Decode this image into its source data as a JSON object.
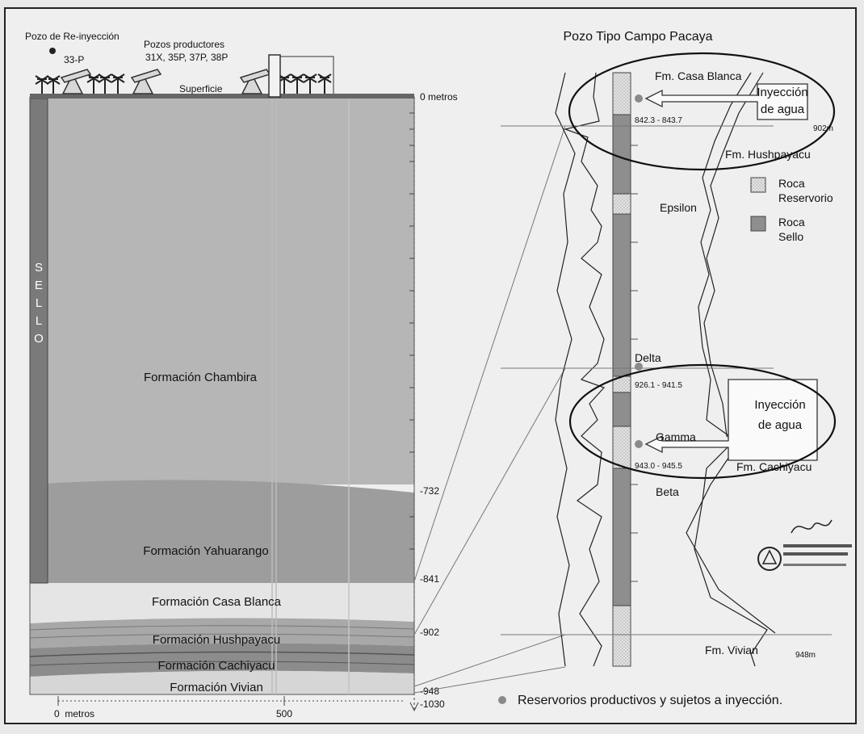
{
  "left_panel": {
    "reinjection_well_label": "Pozo de Re-inyección",
    "reinjection_well_id": "33-P",
    "producer_wells_label": "Pozos productores",
    "producer_wells_ids": "31X, 35P, 37P, 38P",
    "surface_label": "Superficie",
    "seal_letters": [
      "S",
      "E",
      "L",
      "L",
      "O"
    ],
    "formations": [
      "Formación Chambira",
      "Formación Yahuarango",
      "Formación Casa Blanca",
      "Formación Hushpayacu",
      "Formación Cachiyacu",
      "Formación Vivian"
    ],
    "depth_labels": [
      "0 metros",
      "-732",
      "-841",
      "-902",
      "-948",
      "-1030"
    ],
    "scale_labels": [
      "0  metros",
      "500"
    ]
  },
  "right_panel": {
    "title": "Pozo Tipo Campo Pacaya",
    "fm_casa_blanca": "Fm. Casa Blanca",
    "range_top": "842.3 - 843.7",
    "injection_top_line1": "Inyección",
    "injection_top_line2": "de agua",
    "depth_902": "902m",
    "fm_hushpayacu": "Fm. Hushpayacu",
    "legend_reservoir_line1": "Roca",
    "legend_reservoir_line2": "Reservorio",
    "legend_seal_line1": "Roca",
    "legend_seal_line2": "Sello",
    "epsilon": "Epsilon",
    "delta": "Delta",
    "range_mid": "926.1 - 941.5",
    "injection_bottom_line1": "Inyección",
    "injection_bottom_line2": "de agua",
    "gamma": "Gamma",
    "range_bottom": "943.0 - 945.5",
    "fm_cachiyacu": "Fm. Cachiyacu",
    "beta": "Beta",
    "fm_vivian": "Fm. Vivian",
    "depth_948": "948m",
    "footer_legend": "Reservorios productivos y sujetos a inyección."
  },
  "colors": {
    "chambira": "#b3b3b3",
    "yahuarango": "#9c9c9c",
    "casa_blanca": "#e4e4e4",
    "seal_column": "#7a7a7a",
    "reservoir_dot": "#8a8a8a"
  }
}
